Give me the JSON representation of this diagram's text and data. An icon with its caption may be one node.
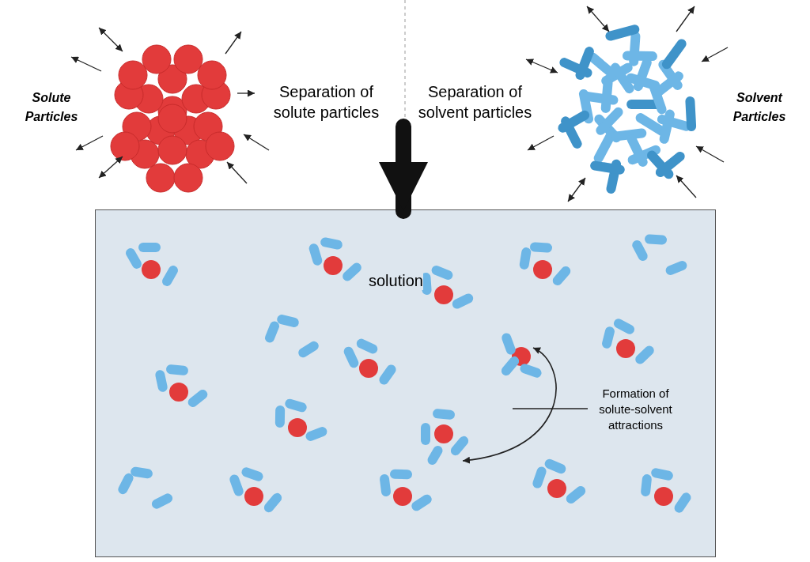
{
  "diagram": {
    "nodes": [
      {
        "text": [],
        "shape": "picture",
        "beside": [
          "Solute Particles"
        ]
      },
      {
        "text": [],
        "shape": "picture",
        "beside": [
          "Solvent Particles"
        ]
      },
      {
        "text": [
          "solution"
        ]
      },
      {
        "text": [],
        "shape": "picture",
        "in": 2
      },
      {
        "text": [],
        "shape": "picture",
        "in": 2
      },
      {
        "text": [
          "Formation of solute-solvent attractions"
        ],
        "in": 2
      }
    ],
    "edges": [
      {
        "from": null,
        "to": 2,
        "arrow": "to",
        "style": "thick"
      },
      {
        "from": 3,
        "to": 4,
        "arrow": "both"
      },
      {
        "from": 5,
        "to": null,
        "arrow": "none"
      }
    ],
    "labels": [
      "Separation of solute particles",
      "Separation of solvent particles"
    ]
  }
}
